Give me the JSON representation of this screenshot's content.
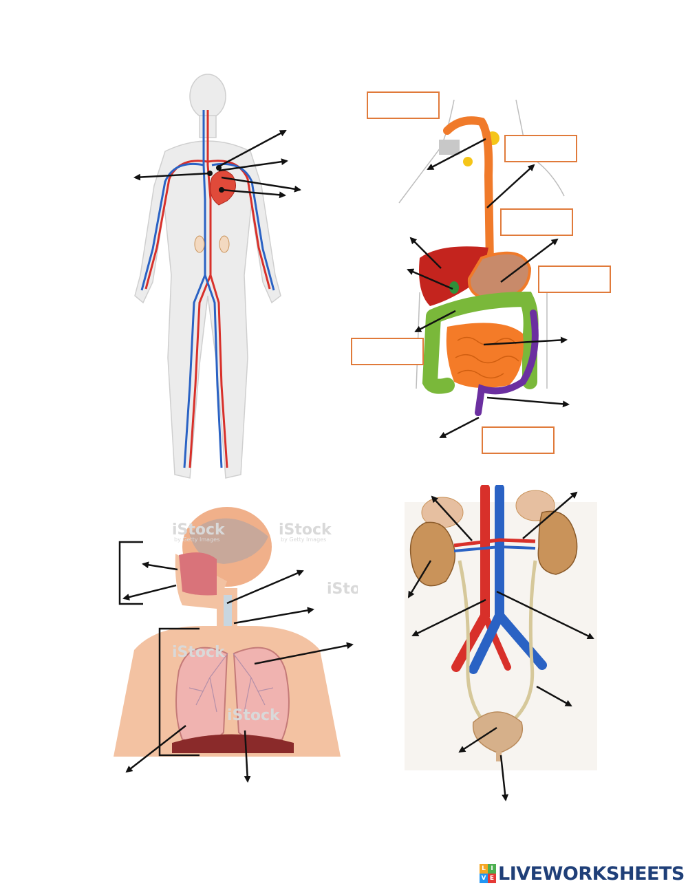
{
  "colors": {
    "label_box_border": "#e07a3a",
    "arrow": "#111111",
    "artery": "#d8302a",
    "vein": "#2a62c4",
    "esophagus": "#f07a2a",
    "liver": "#c4241e",
    "large_intestine": "#7ab83a",
    "small_intestine": "#f47b28",
    "rectum": "#6b2fa0",
    "skin": "#f3c2a2",
    "lung": "#f0b3b0",
    "kidney": "#c9935a",
    "bladder": "#d6b08a",
    "brand": "#1f3f78"
  },
  "watermark": {
    "text": "iStock",
    "subtext": "by Getty Images"
  },
  "brand": {
    "logo_letters": [
      "L",
      "I",
      "V",
      "E"
    ],
    "logo_colors": [
      "#f5a623",
      "#4caf50",
      "#2196f3",
      "#e53935"
    ],
    "text": "LIVEWORKSHEETS"
  }
}
